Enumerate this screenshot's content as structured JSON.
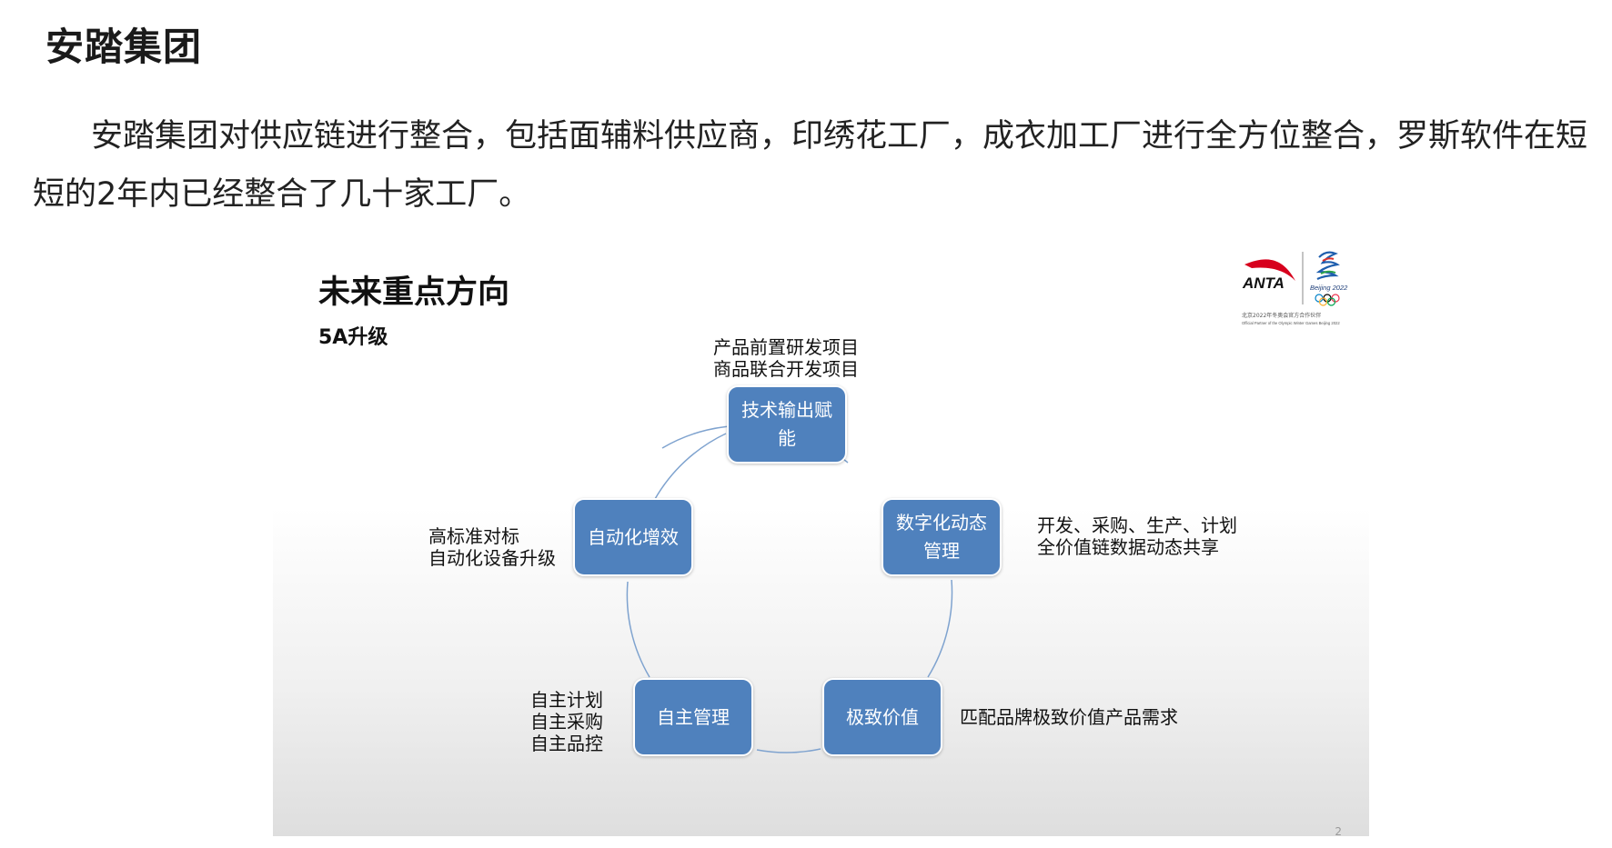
{
  "page": {
    "heading": "安踏集团",
    "paragraph": "安踏集团对供应链进行整合，包括面辅料供应商，印绣花工厂，成衣加工厂进行全方位整合，罗斯软件在短短的2年内已经整合了几十家工厂。"
  },
  "slide": {
    "title": "未来重点方向",
    "subtitle": "5A升级",
    "page_number": "2",
    "logo": {
      "brand_text": "ANTA",
      "olympic_text": "Beijing 2022",
      "partner_line_cn": "北京2022年冬奥会官方合作伙伴",
      "partner_line_en": "Official Partner of the Olympic Winter Games Beijing 2022"
    },
    "nodes": [
      {
        "label": "技术输出赋能",
        "notes": [
          "产品前置研发项目",
          "商品联合开发项目"
        ]
      },
      {
        "label": "数字化动态管理",
        "notes": [
          "开发、采购、生产、计划",
          "全价值链数据动态共享"
        ]
      },
      {
        "label": "极致价值",
        "notes": [
          "匹配品牌极致价值产品需求"
        ]
      },
      {
        "label": "自主管理",
        "notes": [
          "自主计划",
          "自主采购",
          "自主品控"
        ]
      },
      {
        "label": "自动化增效",
        "notes": [
          "高标准对标",
          "自动化设备升级"
        ]
      }
    ],
    "colors": {
      "node_fill": "#4f81bd",
      "ring_stroke": "#7fa3cf",
      "brand_red": "#d7001d"
    }
  }
}
